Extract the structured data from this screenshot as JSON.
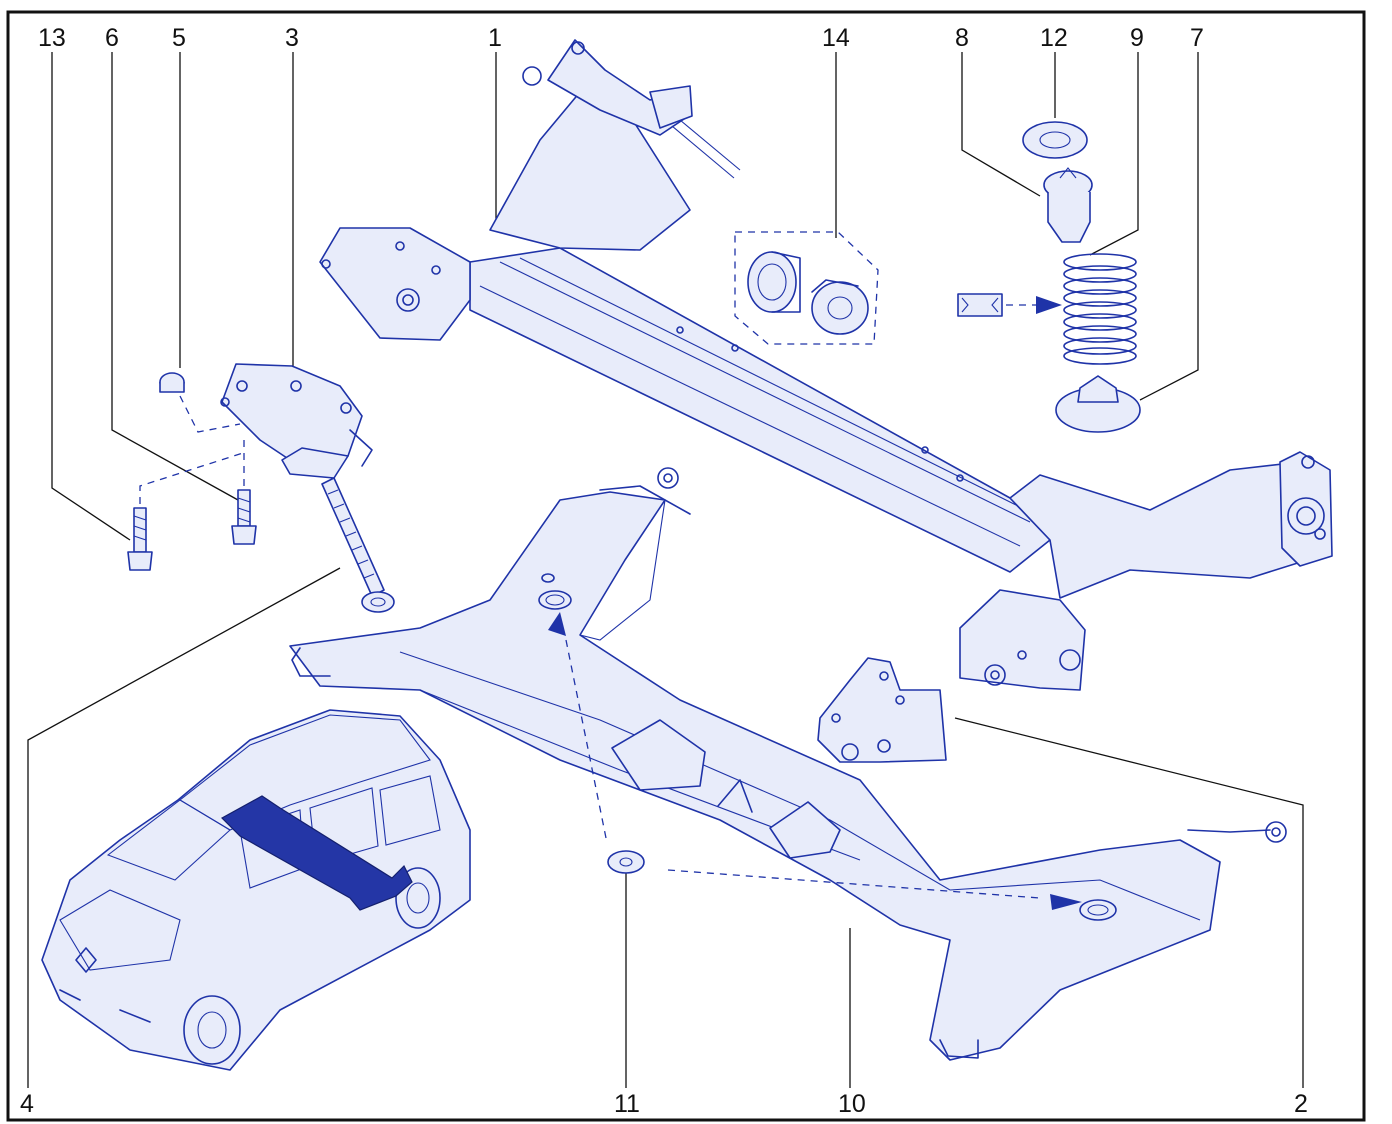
{
  "callouts": {
    "n1": "1",
    "n2": "2",
    "n3": "3",
    "n4": "4",
    "n5": "5",
    "n6": "6",
    "n7": "7",
    "n8": "8",
    "n9": "9",
    "n10": "10",
    "n11": "11",
    "n12": "12",
    "n13": "13",
    "n14": "14"
  },
  "colors": {
    "line": "#1f33a8",
    "fill": "#e8ecfa",
    "frame": "#111111",
    "label": "#111111"
  }
}
